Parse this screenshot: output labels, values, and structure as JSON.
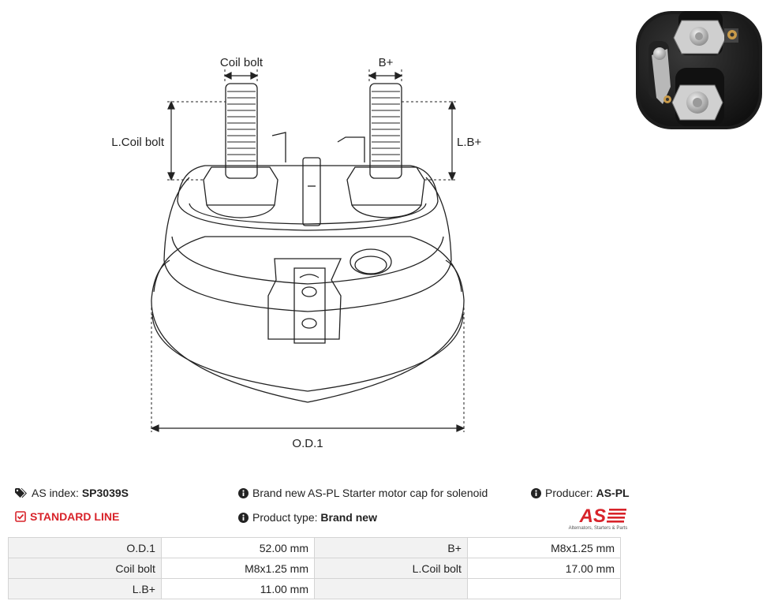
{
  "drawing": {
    "label_coil_bolt": "Coil bolt",
    "label_b_plus": "B+",
    "label_l_coil_bolt": "L.Coil bolt",
    "label_l_b_plus": "L.B+",
    "label_od1": "O.D.1"
  },
  "info": {
    "as_index_label": "AS index:",
    "as_index_value": "SP3039S",
    "standard_line": "STANDARD LINE",
    "description": "Brand new AS-PL Starter motor cap for solenoid",
    "product_type_label": "Product type:",
    "product_type_value": "Brand new",
    "producer_label": "Producer:",
    "producer_value": "AS-PL"
  },
  "logo": {
    "mark": "AS",
    "tagline": "Alternators, Starters & Parts"
  },
  "specs": [
    [
      "O.D.1",
      "52.00 mm",
      "B+",
      "M8x1.25 mm"
    ],
    [
      "Coil bolt",
      "M8x1.25 mm",
      "L.Coil bolt",
      "17.00 mm"
    ],
    [
      "L.B+",
      "11.00 mm",
      "",
      ""
    ]
  ],
  "colors": {
    "accent": "#d8232a",
    "label_cell": "#f2f2f2",
    "border": "#d4d4d4"
  }
}
